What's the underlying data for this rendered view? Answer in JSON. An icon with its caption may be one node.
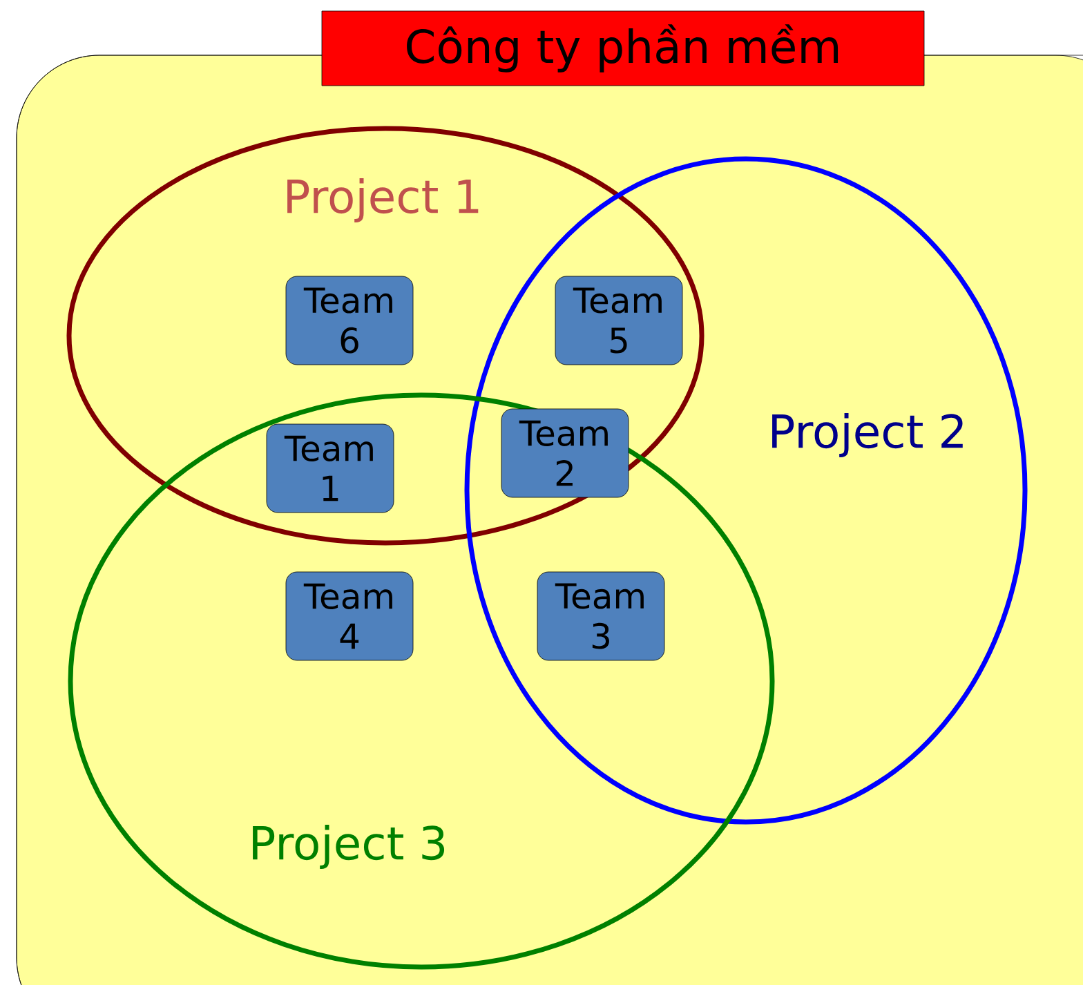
{
  "diagram": {
    "nodes": [
      {
        "text": [
          "Công ty phần mềm"
        ]
      },
      {
        "text": [
          "Project 1"
        ],
        "in": 0
      },
      {
        "text": [
          "Project 2"
        ],
        "in": 0
      },
      {
        "text": [
          "Project 3"
        ],
        "in": 0
      },
      {
        "text": [
          "Team 6"
        ],
        "in": 1
      },
      {
        "text": [
          "Team 5"
        ]
      },
      {
        "text": [
          "Team 1"
        ]
      },
      {
        "text": [
          "Team 2"
        ]
      },
      {
        "text": [
          "Team 4"
        ],
        "in": 3
      },
      {
        "text": [
          "Team 3"
        ]
      }
    ]
  }
}
